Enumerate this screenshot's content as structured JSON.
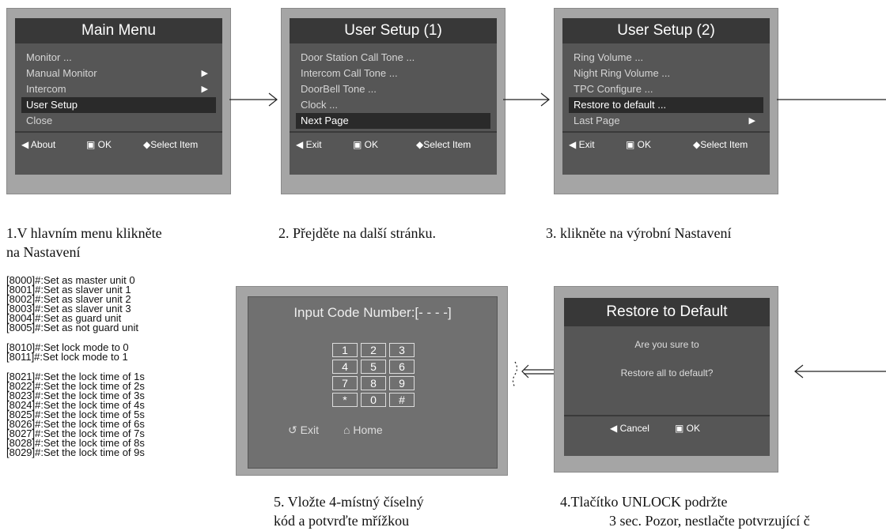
{
  "screen1": {
    "title": "Main Menu",
    "items": [
      "Monitor ...",
      "Manual Monitor",
      "Intercom",
      "User Setup",
      "Close"
    ],
    "footer": [
      "About",
      "OK",
      "Select Item"
    ]
  },
  "screen2": {
    "title": "User Setup  (1)",
    "items": [
      "Door Station Call Tone ...",
      "Intercom Call Tone ...",
      "DoorBell Tone ...",
      "Clock ...",
      "Next Page"
    ],
    "footer": [
      "Exit",
      "OK",
      "Select Item"
    ]
  },
  "screen3": {
    "title": "User Setup  (2)",
    "items": [
      "Ring Volume ...",
      "Night Ring Volume ...",
      "TPC Configure ...",
      "Restore to default ...",
      "Last Page"
    ],
    "footer": [
      "Exit",
      "OK",
      "Select Item"
    ]
  },
  "captions": {
    "c1_line1": "1.V hlavním menu klikněte",
    "c1_line2": "na Nastavení",
    "c2": "2. Přejděte na další stránku.",
    "c3": "3. klikněte na výrobní Nastavení",
    "c5_line1": "5. Vložte 4-místný číselný",
    "c5_line2": "kód  a potvrďte mřížkou",
    "c4_line1": "4.Tlačítko UNLOCK podržte",
    "c4_line2": "3 sec.  Pozor, nestlačte potvrzující č"
  },
  "codes": {
    "group1": [
      "[8000]#:Set as master unit 0",
      "[8001]#:Set as slaver unit 1",
      "[8002]#:Set as slaver unit 2",
      "[8003]#:Set as slaver unit 3",
      "[8004]#:Set as guard unit",
      "[8005]#:Set as not guard unit"
    ],
    "group2": [
      "[8010]#:Set lock mode to 0",
      "[8011]#:Set lock mode to 1"
    ],
    "group3": [
      "[8021]#:Set the lock time of 1s",
      "[8022]#:Set the lock time of 2s",
      "[8023]#:Set the lock time of 3s",
      "[8024]#:Set the lock time of 4s",
      "[8025]#:Set the lock time of 5s",
      "[8026]#:Set the lock time of 6s",
      "[8027]#:Set the lock time of 7s",
      "[8028]#:Set the lock time of 8s",
      "[8029]#:Set the lock time of 9s"
    ]
  },
  "code_screen": {
    "title": "Input Code Number:[- - - -]",
    "keys": [
      "1",
      "2",
      "3",
      "4",
      "5",
      "6",
      "7",
      "8",
      "9",
      "*",
      "0",
      "#"
    ],
    "exit": "Exit",
    "home": "Home"
  },
  "restore_screen": {
    "title": "Restore to Default",
    "line1": "Are you sure to",
    "line2": "Restore all to default?",
    "cancel": "Cancel",
    "ok": "OK"
  }
}
